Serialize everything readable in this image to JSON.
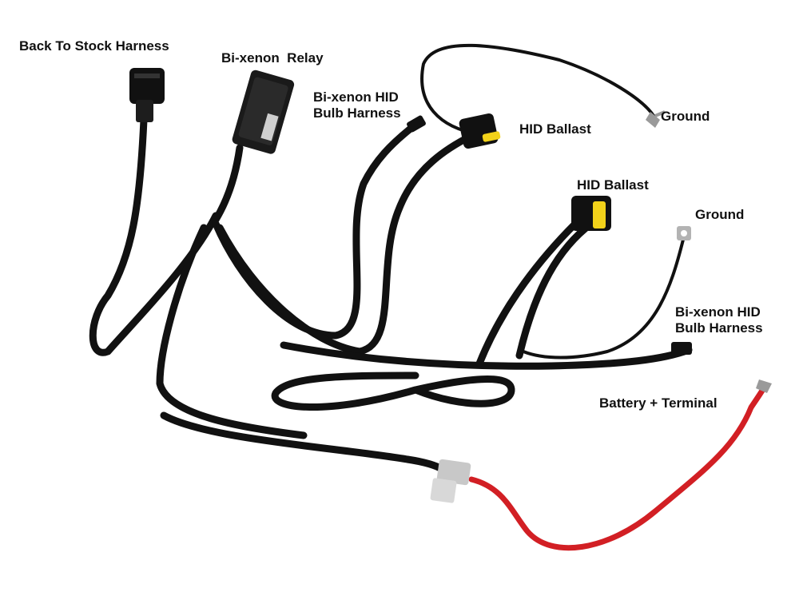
{
  "labels": {
    "back_to_stock_harness": "Back To Stock Harness",
    "relay": "Bi-xenon  Relay",
    "bulb_harness_top_line1": "Bi-xenon HID",
    "bulb_harness_top_line2": "Bulb Harness",
    "hid_ballast_top": "HID Ballast",
    "ground_top": "Ground",
    "hid_ballast_right": "HID Ballast",
    "ground_right": "Ground",
    "bulb_harness_right_line1": "Bi-xenon HID",
    "bulb_harness_right_line2": "Bulb Harness",
    "battery_terminal": "Battery + Terminal"
  },
  "colors": {
    "background": "#ffffff",
    "label_text": "#111111",
    "wire_black": "#111111",
    "wire_red": "#d21f24",
    "connector_yellow": "#f2d21a",
    "fuse_holder": "#c8c8c8",
    "terminal_metal": "#9a9a9a"
  },
  "components": [
    "stock-harness-connector",
    "relay-box",
    "bulb-harness-connector-top",
    "ballast-connector-top",
    "ground-terminal-top",
    "ballast-connector-right",
    "ground-terminal-right",
    "bulb-harness-connector-right",
    "fuse-holder",
    "battery-terminal"
  ]
}
